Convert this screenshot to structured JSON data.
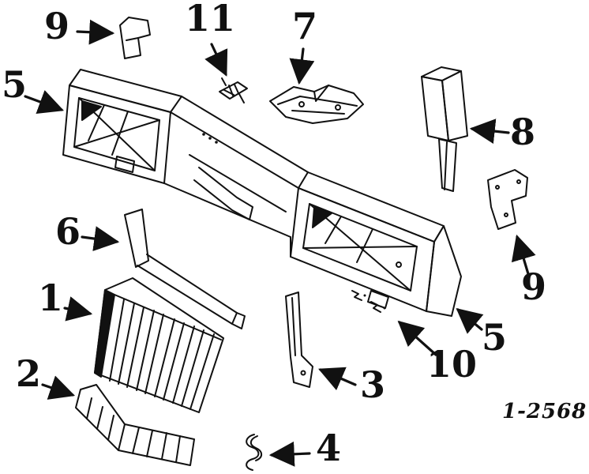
{
  "figure": {
    "code": "1-2568"
  },
  "colors": {
    "ink": "#111111",
    "background": "#ffffff"
  },
  "callouts": [
    {
      "id": "callout-9-top-left",
      "label": "9"
    },
    {
      "id": "callout-11",
      "label": "11"
    },
    {
      "id": "callout-7",
      "label": "7"
    },
    {
      "id": "callout-5-left",
      "label": "5"
    },
    {
      "id": "callout-8",
      "label": "8"
    },
    {
      "id": "callout-9-right",
      "label": "9"
    },
    {
      "id": "callout-6",
      "label": "6"
    },
    {
      "id": "callout-1",
      "label": "1"
    },
    {
      "id": "callout-2",
      "label": "2"
    },
    {
      "id": "callout-3",
      "label": "3"
    },
    {
      "id": "callout-10",
      "label": "10"
    },
    {
      "id": "callout-5-right",
      "label": "5"
    },
    {
      "id": "callout-4",
      "label": "4"
    }
  ]
}
